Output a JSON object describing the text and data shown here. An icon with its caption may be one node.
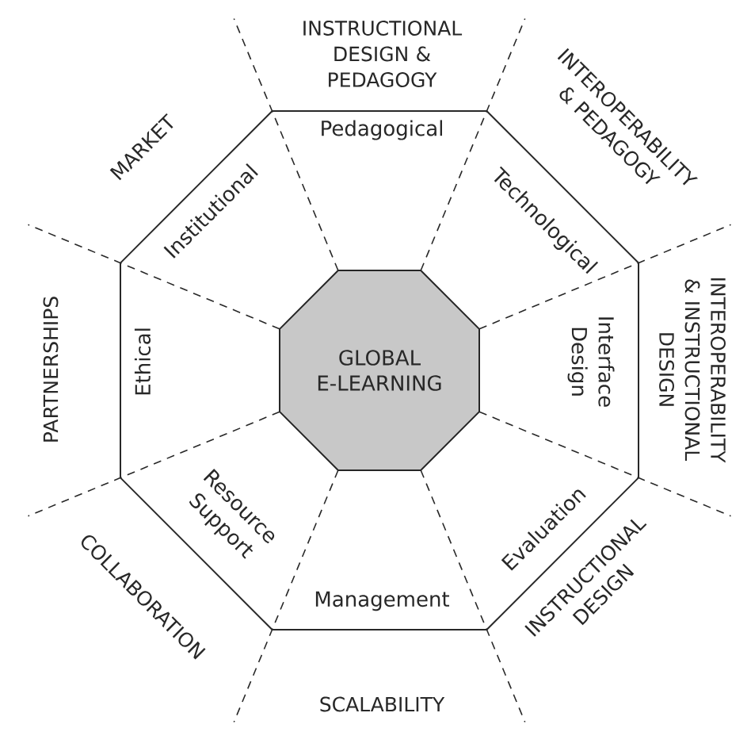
{
  "diagram": {
    "nodes": [
      {
        "text": [
          "GLOBAL E-LEARNING"
        ]
      }
    ],
    "edges": [],
    "labels": [
      "INSTRUCTIONAL DESIGN & PEDAGOGY",
      "INTEROPERABILITY & PEDAGOGY",
      "INTEROPERABILITY & INSTRUCTIONAL DESIGN",
      "INSTRUCTIONAL DESIGN",
      "SCALABILITY",
      "COLLABORATION",
      "PARTNERSHIPS",
      "MARKET",
      "Pedagogical",
      "Technological",
      "Interface Design",
      "Evaluation",
      "Management",
      "Resource Support",
      "Ethical",
      "Institutional"
    ]
  }
}
